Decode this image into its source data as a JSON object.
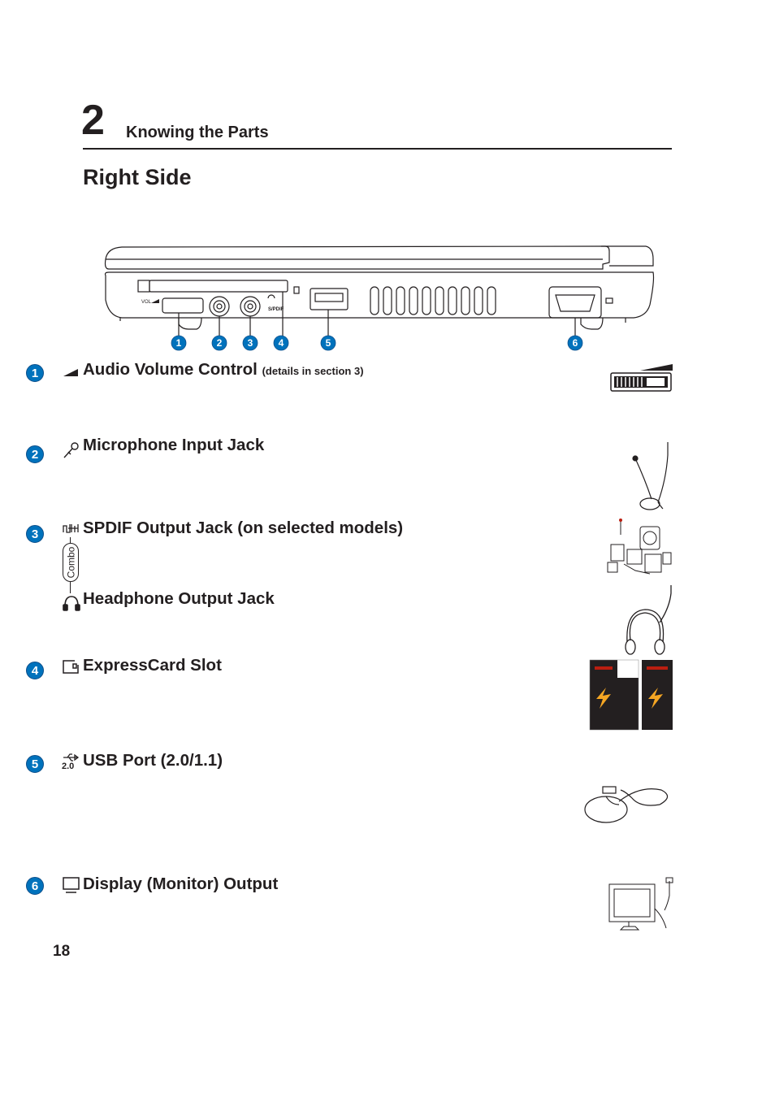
{
  "header": {
    "chapter_number": "2",
    "chapter_title": "Knowing the Parts"
  },
  "section_title": "Right Side",
  "diagram": {
    "port_labels": {
      "vol": "VOL",
      "spdif": "S/PDIF"
    },
    "callouts": [
      "1",
      "2",
      "3",
      "4",
      "5",
      "6"
    ]
  },
  "items": [
    {
      "number": "1",
      "icon": "volume-icon",
      "title": "Audio Volume Control",
      "note": "(details in section 3)",
      "image": "volume-wheel-illustration"
    },
    {
      "number": "2",
      "icon": "microphone-icon",
      "title": "Microphone Input Jack",
      "image": "microphone-illustration"
    },
    {
      "number": "3",
      "icon": "spdif-icon",
      "title": "SPDIF Output Jack (on selected models)",
      "combo_label": "Combo",
      "sub_icon": "headphone-icon",
      "sub_title": "Headphone Output Jack",
      "images": [
        "speaker-system-illustration",
        "headphones-illustration"
      ]
    },
    {
      "number": "4",
      "icon": "expresscard-icon",
      "title": "ExpressCard Slot",
      "image": "expresscard-illustration"
    },
    {
      "number": "5",
      "icon": "usb-icon",
      "icon_text": "2.0",
      "title": "USB Port (2.0/1.1)",
      "image": "usb-mouse-illustration"
    },
    {
      "number": "6",
      "icon": "monitor-icon",
      "title": "Display (Monitor) Output",
      "image": "monitor-illustration"
    }
  ],
  "colors": {
    "accent": "#0072bc",
    "text": "#231f20"
  },
  "page_number": "18"
}
